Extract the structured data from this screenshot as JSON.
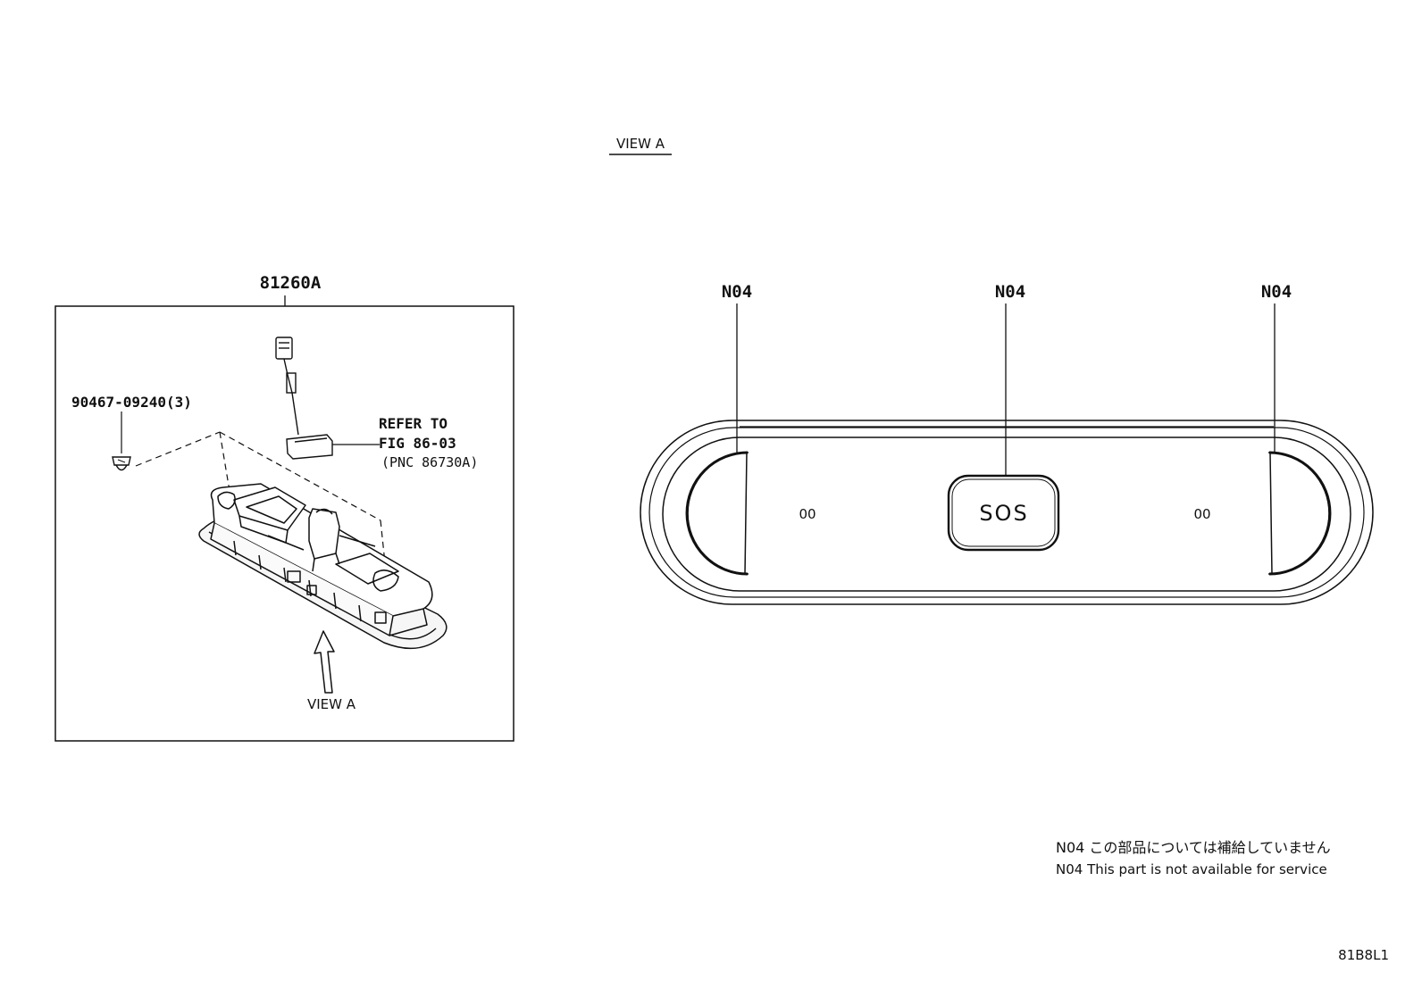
{
  "view_title": "VIEW A",
  "assembly": {
    "part_number": "81260A",
    "screw_label": "90467-09240(3)",
    "reference_lines": [
      "REFER TO",
      "FIG 86-03",
      "(PNC 86730A)"
    ],
    "view_arrow_label": "VIEW A"
  },
  "view_a": {
    "callouts": [
      "N04",
      "N04",
      "N04"
    ],
    "sos_label": "SOS",
    "left_mark": "00",
    "right_mark": "00"
  },
  "notes": [
    "N04 この部品については補給していません",
    "N04 This part is not available for service"
  ],
  "figure_code": "81B8L1"
}
